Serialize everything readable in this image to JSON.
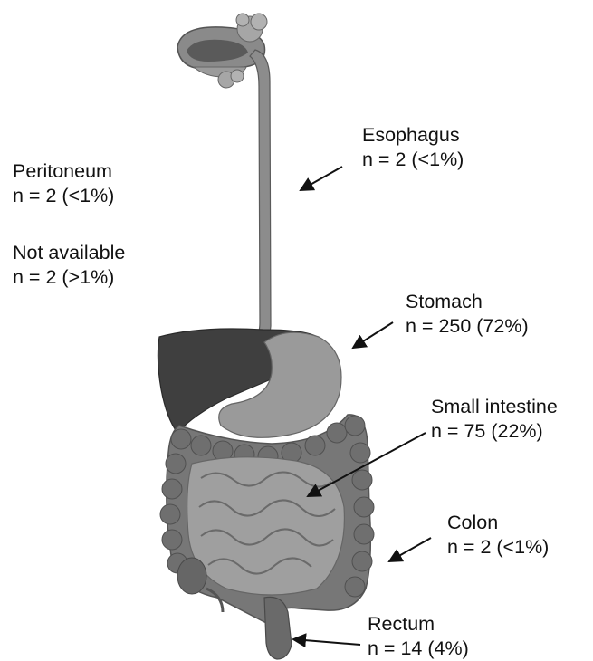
{
  "labels": {
    "esophagus": {
      "name": "Esophagus",
      "count": "n = 2 (<1%)"
    },
    "peritoneum": {
      "name": "Peritoneum",
      "count": "n = 2 (<1%)"
    },
    "not_available": {
      "name": "Not available",
      "count": "n = 2 (>1%)"
    },
    "stomach": {
      "name": "Stomach",
      "count": "n = 250 (72%)"
    },
    "small_intestine": {
      "name": "Small intestine",
      "count": "n = 75 (22%)"
    },
    "colon": {
      "name": "Colon",
      "count": "n = 2 (<1%)"
    },
    "rectum": {
      "name": "Rectum",
      "count": "n = 14 (4%)"
    }
  }
}
